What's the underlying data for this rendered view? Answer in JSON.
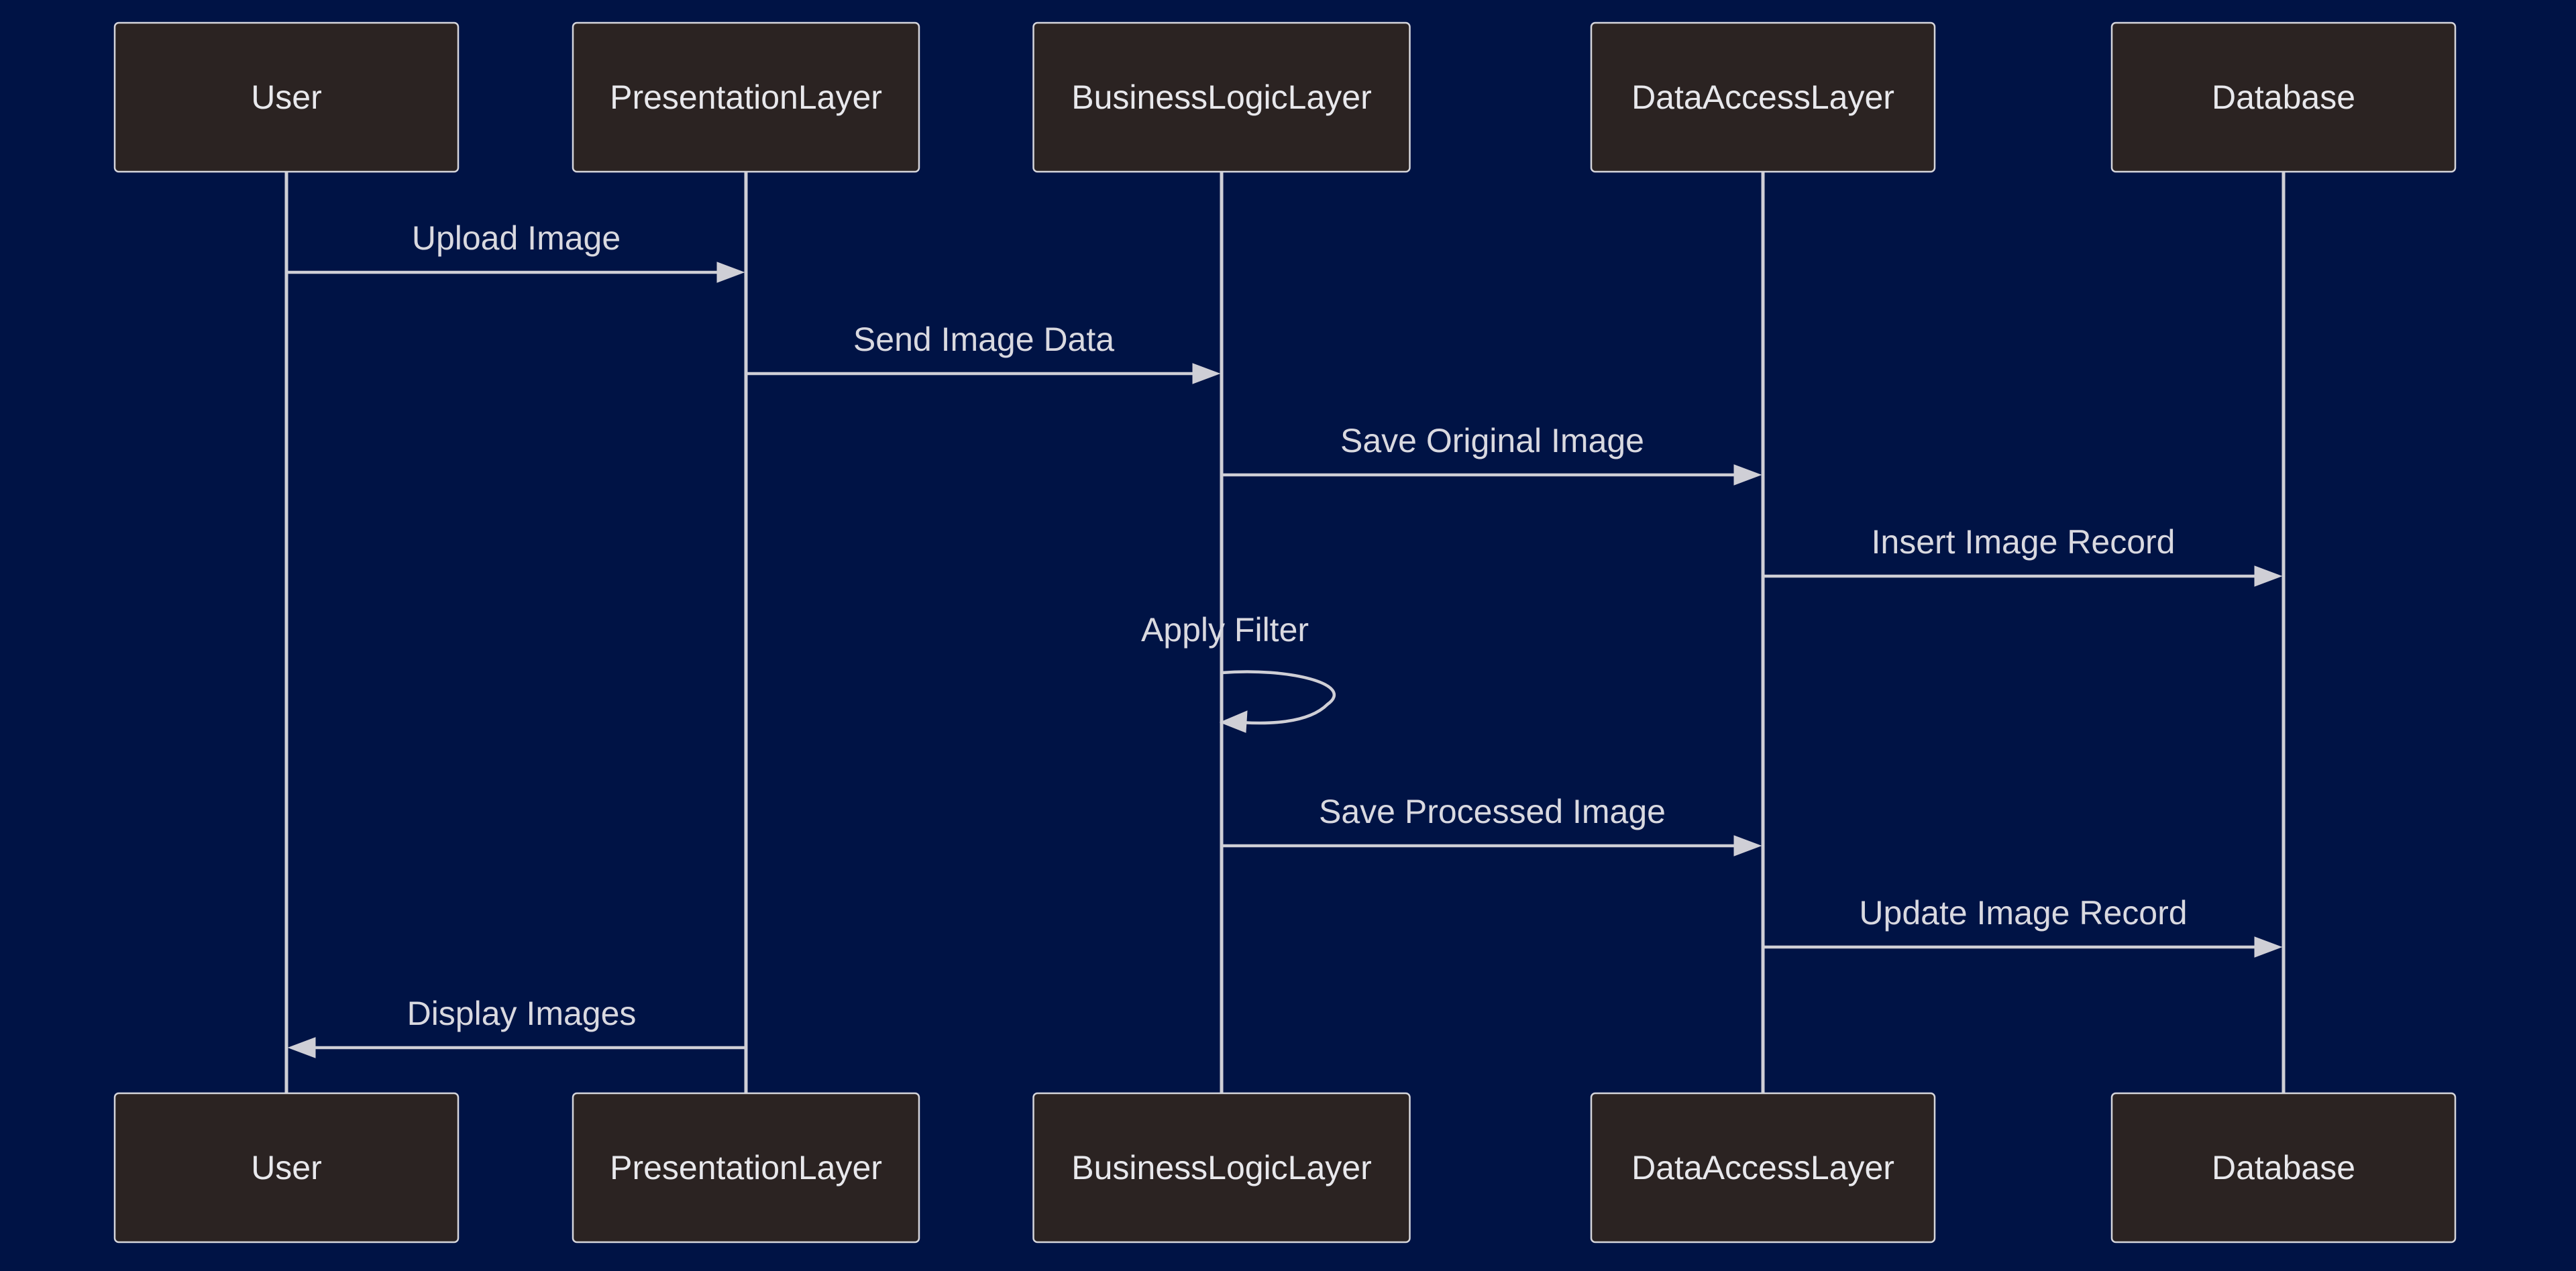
{
  "colors": {
    "background": "#001345",
    "actor_fill": "#2b2322",
    "actor_stroke": "#d6d6dc",
    "line": "#cfcfd6",
    "text": "#e8e8ec"
  },
  "participants": [
    {
      "id": "user",
      "label": "User"
    },
    {
      "id": "presentation",
      "label": "PresentationLayer"
    },
    {
      "id": "business",
      "label": "BusinessLogicLayer"
    },
    {
      "id": "dataaccess",
      "label": "DataAccessLayer"
    },
    {
      "id": "database",
      "label": "Database"
    }
  ],
  "messages": [
    {
      "from": "user",
      "to": "presentation",
      "label": "Upload Image"
    },
    {
      "from": "presentation",
      "to": "business",
      "label": "Send Image Data"
    },
    {
      "from": "business",
      "to": "dataaccess",
      "label": "Save Original Image"
    },
    {
      "from": "dataaccess",
      "to": "database",
      "label": "Insert Image Record"
    },
    {
      "from": "business",
      "to": "business",
      "label": "Apply Filter"
    },
    {
      "from": "business",
      "to": "dataaccess",
      "label": "Save Processed Image"
    },
    {
      "from": "dataaccess",
      "to": "database",
      "label": "Update Image Record"
    },
    {
      "from": "presentation",
      "to": "user",
      "label": "Display Images"
    }
  ]
}
